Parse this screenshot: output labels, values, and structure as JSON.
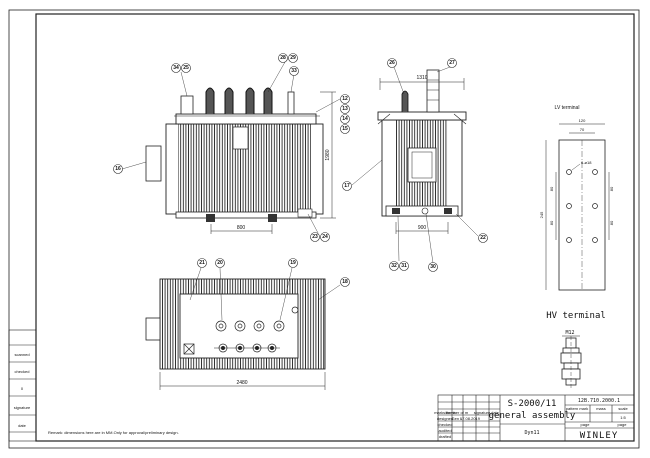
{
  "left_panel": {
    "labels": [
      "scanned",
      "checked",
      "0",
      "signature",
      "date"
    ]
  },
  "remark": "Remark: dimensions here are in MM.Only for approval/preliminary design.",
  "front_view": {
    "dim_width": "800",
    "dim_height": "1980",
    "callouts": [
      "34",
      "25",
      "28",
      "29",
      "33",
      "12",
      "13",
      "14",
      "15",
      "16",
      "23",
      "24"
    ]
  },
  "side_view": {
    "dim_width_top": "1310",
    "dim_width_bottom": "900",
    "callouts": [
      "26",
      "27",
      "17",
      "22",
      "32",
      "31",
      "30"
    ]
  },
  "top_view": {
    "dim_width": "2480",
    "callouts": [
      "21",
      "20",
      "19",
      "18"
    ]
  },
  "lv_terminal": {
    "title": "LV terminal",
    "dim_120": "120",
    "dim_70": "70",
    "dim_245": "245",
    "dim_80a": "80",
    "dim_80b": "80",
    "dim_80c": "80",
    "dim_80d": "80",
    "hole": "6-ø18"
  },
  "hv_terminal": {
    "title": "HV terminal",
    "thread": "M12"
  },
  "title_block": {
    "model": "S-2000/11",
    "drawing_no": "12B.710.2000.1",
    "assembly": "general assembly",
    "vector_group": "Dyn11",
    "company": "WINLEY",
    "col_headers": [
      "pattern mark",
      "mass",
      "scale"
    ],
    "scale": "1:5",
    "page_left": "page",
    "page_right": "page",
    "row_labels": [
      "marks/items",
      "designed",
      "checked",
      "audited",
      "drafted"
    ],
    "row_mid": [
      "number of m",
      "Gen L"
    ],
    "row_right": [
      "signature",
      "date"
    ],
    "date_value": "17.08.2019"
  }
}
